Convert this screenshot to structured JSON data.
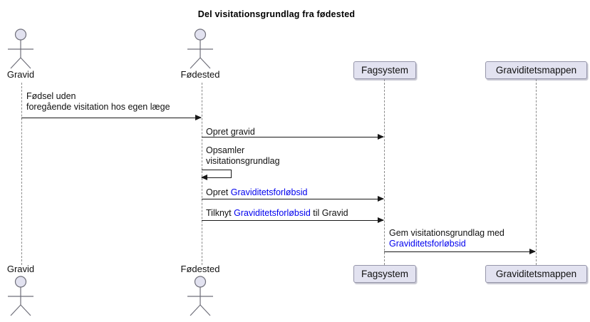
{
  "title": "Del visitationsgrundlag fra fødested",
  "actors": [
    {
      "id": "gravid",
      "label": "Gravid"
    },
    {
      "id": "fodested",
      "label": "Fødested"
    }
  ],
  "participants": [
    {
      "id": "fagsystem",
      "label": "Fagsystem"
    },
    {
      "id": "graviditetsmappen",
      "label": "Graviditetsmappen"
    }
  ],
  "messages": [
    {
      "from": "Gravid",
      "to": "Fødested",
      "line1": "Fødsel uden",
      "line2": "foregående visitation hos egen læge"
    },
    {
      "from": "Fødested",
      "to": "Fagsystem",
      "text": "Opret gravid"
    },
    {
      "from": "Fødested",
      "to": "Fødested",
      "type": "self",
      "line1": "Opsamler",
      "line2": "visitationsgrundlag"
    },
    {
      "from": "Fødested",
      "to": "Fagsystem",
      "pre": "Opret ",
      "link": "Graviditetsforløbsid"
    },
    {
      "from": "Fødested",
      "to": "Fagsystem",
      "pre": "Tilknyt ",
      "link": "Graviditetsforløbsid",
      "post": " til Gravid"
    },
    {
      "from": "Fagsystem",
      "to": "Graviditetsmappen",
      "line1": "Gem visitationsgrundlag med",
      "link": "Graviditetsforløbsid"
    }
  ],
  "colors": {
    "link": "#0000EE",
    "shape_fill": "#E2E2F0",
    "shape_border": "#9696AA",
    "arrow_line": "#181818",
    "lifeline": "#8A8A8A",
    "background": "#FFFFFF"
  }
}
